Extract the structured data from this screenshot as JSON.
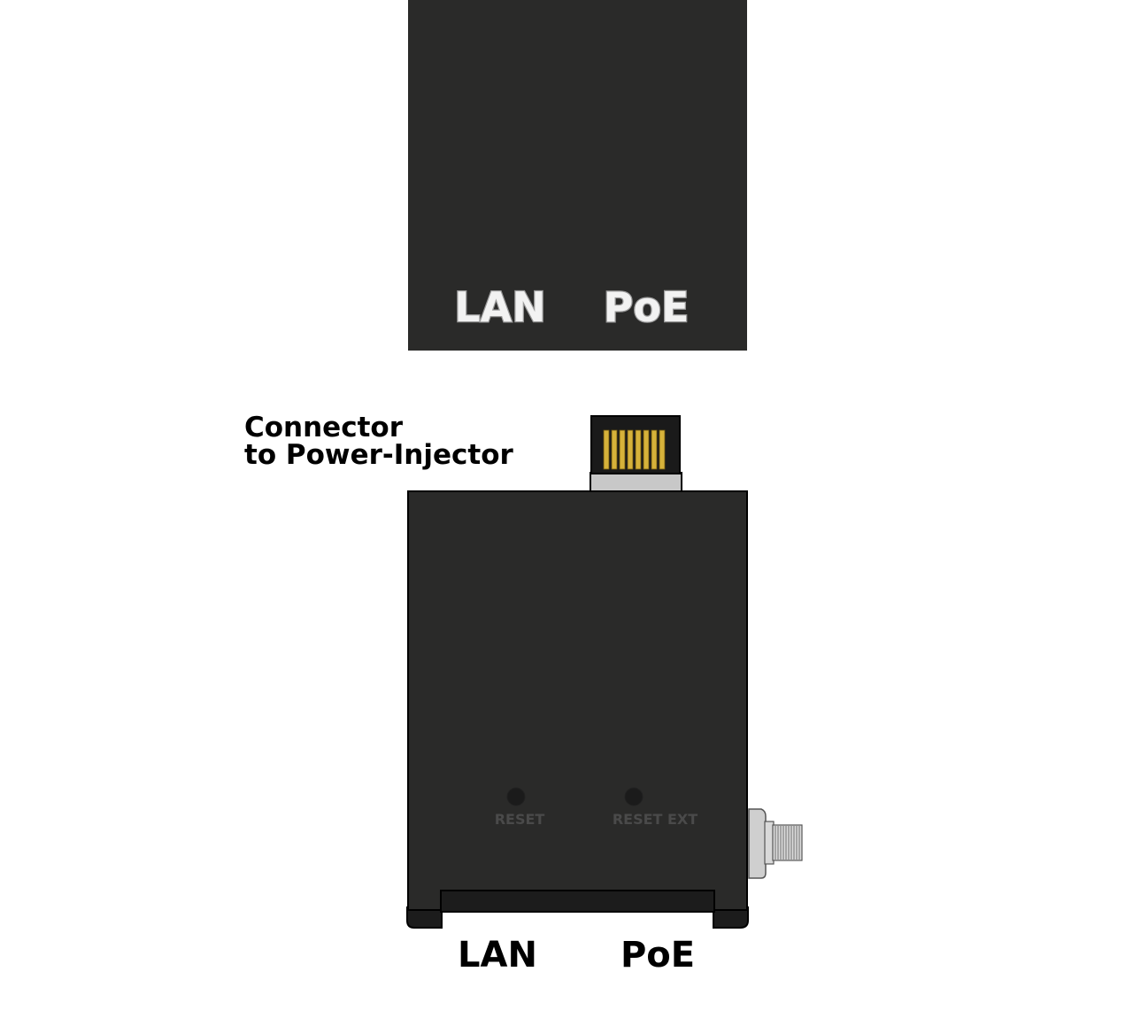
{
  "top_panel": {
    "lan_label": "LAN",
    "poe_label": "PoE"
  },
  "callout": {
    "line1": "Connector",
    "line2": "to Power-Injector"
  },
  "device": {
    "reset_label": "RESET",
    "reset_ext_label": "RESET EXT"
  },
  "bottom_labels": {
    "lan": "LAN",
    "poe": "PoE"
  },
  "colors": {
    "housing": "#2a2a29",
    "contacts": "#d6b23a",
    "connector_base": "#c8c8c8",
    "antenna_connector": "#cfcfcf"
  }
}
